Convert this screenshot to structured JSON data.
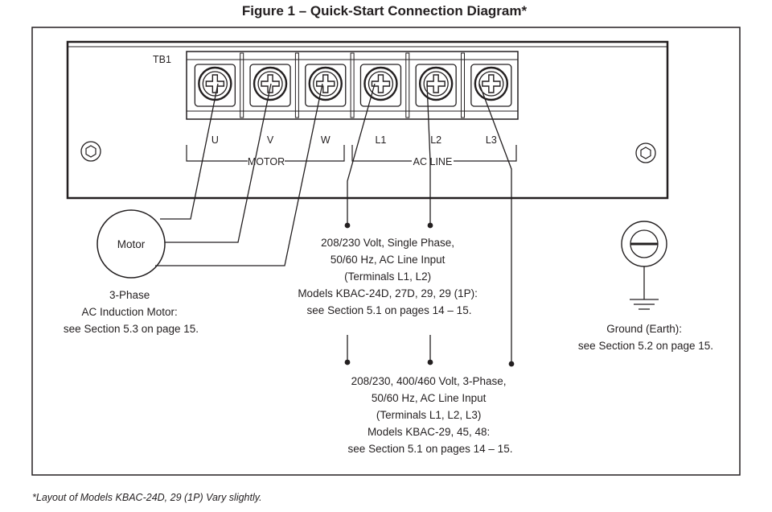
{
  "title": "Figure 1 – Quick-Start Connection Diagram*",
  "terminal_block_label": "TB1",
  "terminals": [
    "U",
    "V",
    "W",
    "L1",
    "L2",
    "L3"
  ],
  "group_labels": {
    "motor": "MOTOR",
    "ac_line": "AC LINE"
  },
  "motor": {
    "label": "Motor",
    "note": [
      "3-Phase",
      "AC Induction Motor:",
      "see Section 5.3 on page 15."
    ]
  },
  "single_phase_note": [
    "208/230 Volt, Single Phase,",
    "50/60 Hz, AC Line Input",
    "(Terminals L1, L2)",
    "Models KBAC-24D, 27D, 29, 29 (1P):",
    "see Section 5.1 on pages 14 – 15."
  ],
  "three_phase_note": [
    "208/230, 400/460 Volt, 3-Phase,",
    "50/60 Hz, AC Line Input",
    "(Terminals L1, L2, L3)",
    "Models KBAC-29, 45, 48:",
    "see Section 5.1 on pages 14 – 15."
  ],
  "ground_note": [
    "Ground (Earth):",
    "see Section 5.2 on page 15."
  ],
  "footnote": "*Layout of Models KBAC-24D, 29 (1P) Vary slightly."
}
